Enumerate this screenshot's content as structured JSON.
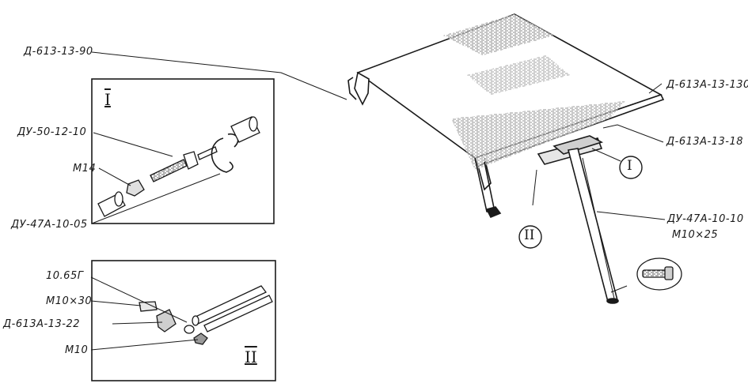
{
  "labels": {
    "top_left": "Д-613-13-90",
    "top_right": "Д-613А-13-130",
    "mid_right": "Д-613А-13-18",
    "rod_right": "ДУ-47А-10-10",
    "bolt_right": "М10×25",
    "inset1_rod": "ДУ-50-12-10",
    "inset1_nut": "М14",
    "inset1_ring": "ДУ-47А-10-05",
    "inset2_a": "10.65Г",
    "inset2_b": "М10×30",
    "inset2_c": "Д-613А-13-22",
    "inset2_d": "М10"
  },
  "roman": {
    "inset1": "I",
    "inset2": "II",
    "callout1": "I",
    "callout2": "II"
  }
}
